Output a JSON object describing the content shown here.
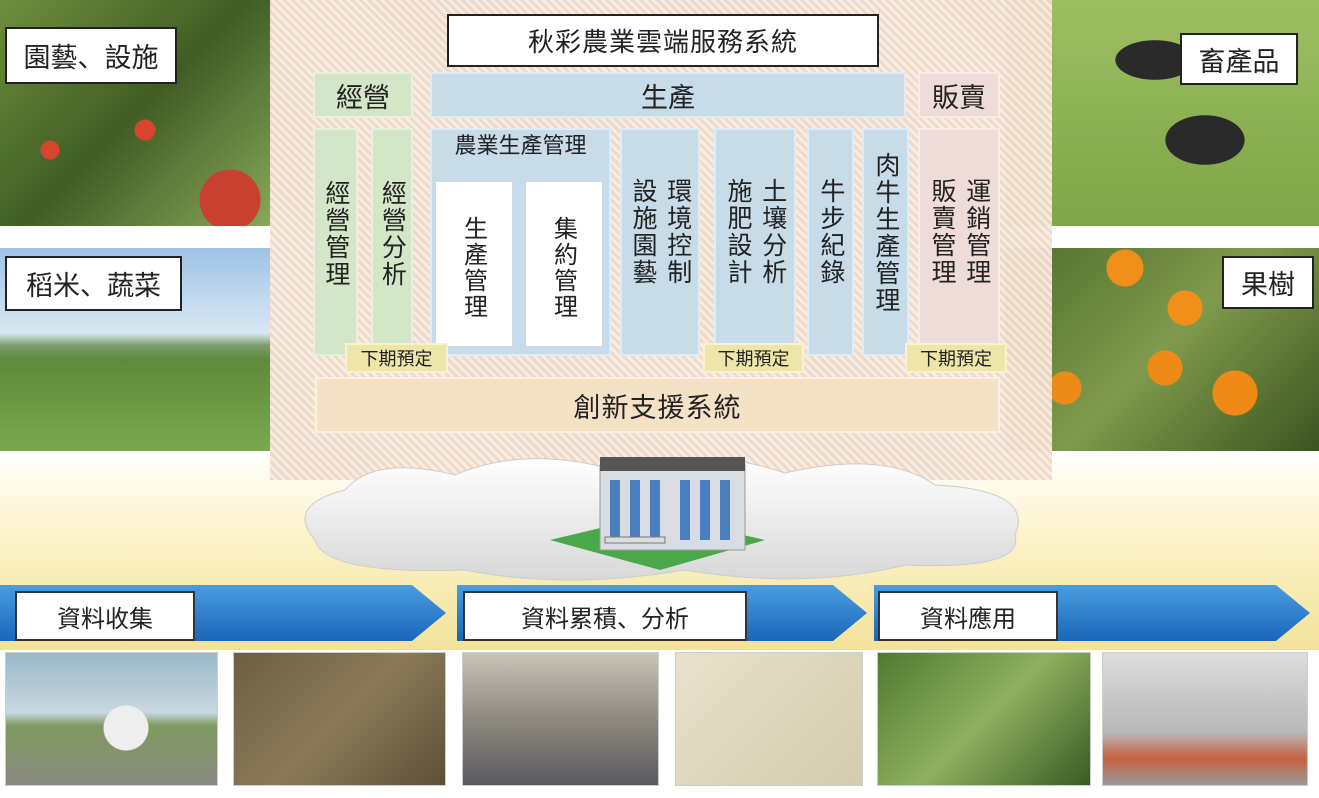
{
  "title": "秋彩農業雲端服務系統",
  "photo_labels": {
    "horticulture": "園藝、設施",
    "rice": "稻米、蔬菜",
    "livestock": "畜產品",
    "fruit": "果樹"
  },
  "headers": {
    "management": "經營",
    "production": "生產",
    "sales": "販賣"
  },
  "columns": {
    "mgmt_admin": "經營管理",
    "mgmt_analysis": "經營分析",
    "agri_prod": "農業生產管理",
    "prod_mgmt": "生產管理",
    "intensive_mgmt": "集約管理",
    "env_control": "環境控制",
    "facility_hort": "設施園藝",
    "soil_analysis": "土壤分析",
    "fert_design": "施肥設計",
    "cattle_steps": "牛步紀錄",
    "beef_prod": "肉牛生產管理",
    "logistics": "運銷管理",
    "sales_mgmt": "販賣管理"
  },
  "next_phase": "下期預定",
  "support": "創新支援系統",
  "flow": [
    "資料收集",
    "資料累積、分析",
    "資料應用"
  ]
}
